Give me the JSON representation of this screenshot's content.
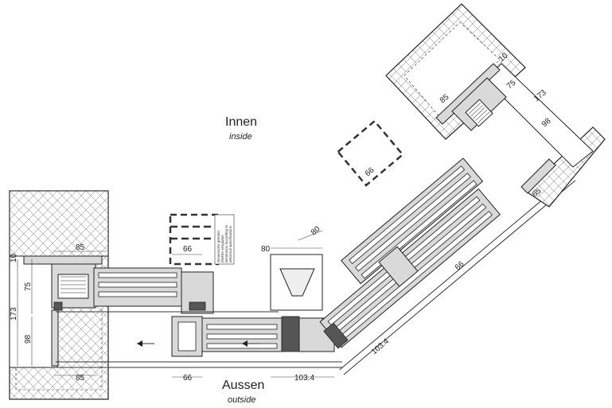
{
  "labels": {
    "inside_de": "Innen",
    "inside_en": "inside",
    "outside_de": "Aussen",
    "outside_en": "outside"
  },
  "note_lines": [
    "Dimensions gemäss",
    "Elektro-Vorgaben",
    "Dimension according to",
    "electrical specifications"
  ],
  "dims": {
    "left_85_top": "85",
    "left_85_bottom": "85",
    "left_10": "10",
    "left_75": "75",
    "left_173": "173",
    "left_98": "98",
    "mid_66_top": "66",
    "mid_66_bottom": "66",
    "mid_80_h": "80",
    "mid_80_diag": "80",
    "bottom_103_4": "103.4",
    "diag_103_4": "103.4",
    "diag_66": "66",
    "diag_66_upper": "66",
    "right_85": "85",
    "right_10": "10",
    "right_75": "75",
    "right_173": "173",
    "right_98": "98",
    "right_65": "65"
  },
  "colors": {
    "line": "#333333",
    "profile": "#d9d9d9",
    "dark": "#555555"
  }
}
